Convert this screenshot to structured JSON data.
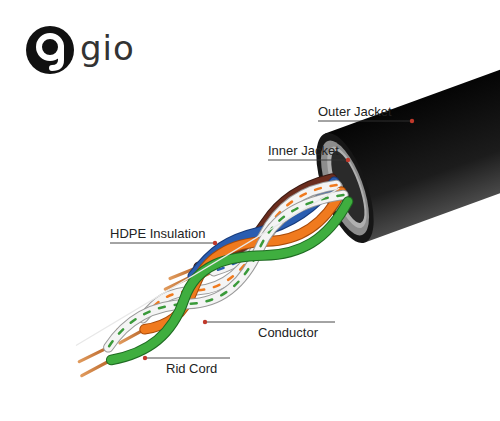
{
  "diagram": {
    "labels": [
      "gio",
      "Outer Jacket",
      "Inner Jacket",
      "HDPE Insulation",
      "Conductor",
      "Rid Cord"
    ]
  }
}
